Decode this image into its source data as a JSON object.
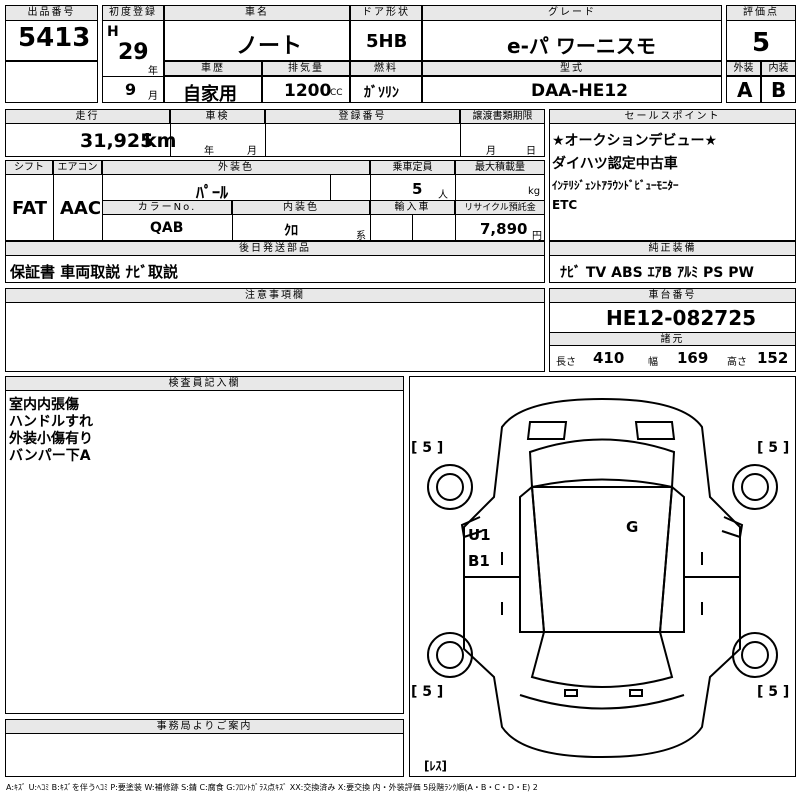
{
  "lot": {
    "label": "出品番号",
    "value": "5413"
  },
  "first_reg": {
    "label": "初度登録",
    "era": "H",
    "year": "29",
    "year_unit": "年",
    "month": "9",
    "month_unit": "月"
  },
  "car_name": {
    "label": "車名",
    "value": "ノート"
  },
  "door": {
    "label": "ドア形状",
    "value": "5HB"
  },
  "grade": {
    "label": "グレード",
    "value": "e-パ ワーニスモ"
  },
  "score": {
    "label": "評価点",
    "value": "5",
    "ext_label": "外装",
    "int_label": "内装",
    "ext": "A",
    "int": "B"
  },
  "history": {
    "label": "車歴",
    "value": "自家用"
  },
  "displacement": {
    "label": "排気量",
    "value": "1200",
    "unit": "CC"
  },
  "fuel": {
    "label": "燃料",
    "value": "ｶﾞｿﾘﾝ"
  },
  "model_code": {
    "label": "型式",
    "value": "DAA-HE12"
  },
  "mileage": {
    "label": "走行",
    "value": "31,925",
    "unit": "km"
  },
  "inspection": {
    "label": "車検",
    "year_unit": "年",
    "month_unit": "月"
  },
  "reg_no": {
    "label": "登録番号"
  },
  "transfer": {
    "label": "譲渡書類期限",
    "month_unit": "月",
    "day_unit": "日"
  },
  "sales_points": {
    "label": "セールスポイント",
    "lines": [
      "★オークションデビュー★",
      "ダイハツ認定中古車",
      "ｲﾝﾃﾘｼﾞｪﾝﾄｱﾗｳﾝﾄﾞﾋﾞｭｰﾓﾆﾀｰ",
      "ETC"
    ]
  },
  "shift": {
    "label": "シフト",
    "value": "FAT"
  },
  "aircon": {
    "label": "エアコン",
    "value": "AAC"
  },
  "ext_color": {
    "label": "外装色",
    "value": "ﾊﾟｰﾙ"
  },
  "capacity": {
    "label": "乗車定員",
    "value": "5",
    "unit": "人"
  },
  "max_load": {
    "label": "最大積載量",
    "unit": "kg"
  },
  "color_no": {
    "label": "カラーNo.",
    "value": "QAB"
  },
  "int_color": {
    "label": "内装色",
    "value": "ｸﾛ",
    "unit": "系"
  },
  "import": {
    "label": "輸入車"
  },
  "recycle": {
    "label": "リサイクル預託金",
    "value": "7,890",
    "unit": "円"
  },
  "post_parts": {
    "label": "後日発送部品",
    "value": "保証書 車両取説 ﾅﾋﾞ取説"
  },
  "equipment": {
    "label": "純正装備",
    "value": "ﾅﾋﾞ  TV  ABS ｴｱB ｱﾙﾐ PS PW"
  },
  "notes": {
    "label": "注意事項欄"
  },
  "chassis": {
    "label": "車台番号",
    "value": "HE12-082725",
    "spec_label": "諸元",
    "length_label": "長さ",
    "length": "410",
    "width_label": "幅",
    "width": "169",
    "height_label": "高さ",
    "height": "152"
  },
  "inspector": {
    "label": "検査員記入欄",
    "lines": [
      "室内内張傷",
      "ハンドルすれ",
      "外装小傷有り",
      "バンパー下A"
    ]
  },
  "diagram": {
    "tire_fl": "[ 5 ]",
    "tire_fr": "[ 5 ]",
    "tire_rl": "[ 5 ]",
    "tire_rr": "[ 5 ]",
    "mark_g": "G",
    "mark_u1": "U1",
    "mark_b1": "B1",
    "spare": "[ﾚｽ]"
  },
  "office": {
    "label": "事務局よりご案内"
  },
  "legend": "A:ｷｽﾞ U:ﾍｺﾐ B:ｷｽﾞを伴うﾍｺﾐ P:要塗装 W:補修跡 S:錆 C:腐食 G:ﾌﾛﾝﾄｶﾞﾗｽ点ｷｽﾞ XX:交換済み X:要交換  内・外装評価  5段階ﾗﾝｸ順(A・B・C・D・E) 2"
}
